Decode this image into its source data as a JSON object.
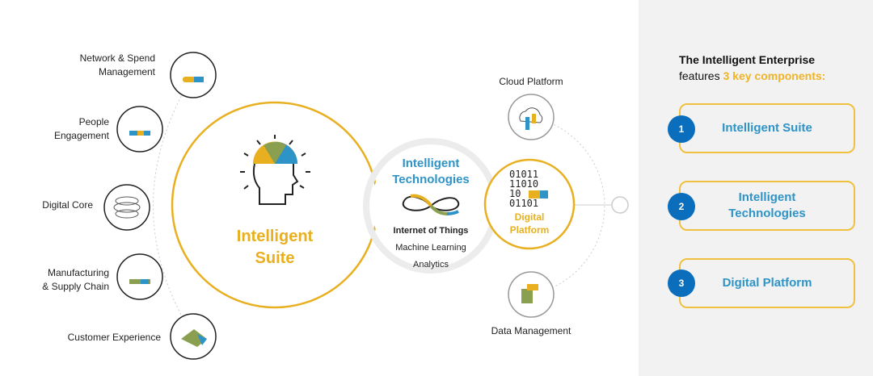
{
  "left_items": [
    {
      "label": "Network & Spend\nManagement",
      "icon": "network-spend-icon"
    },
    {
      "label": "People\nEngagement",
      "icon": "people-icon"
    },
    {
      "label": "Digital Core",
      "icon": "digital-core-icon"
    },
    {
      "label": "Manufacturing\n& Supply Chain",
      "icon": "factory-truck-icon"
    },
    {
      "label": "Customer Experience",
      "icon": "handshake-icon"
    }
  ],
  "suite": {
    "title_line1": "Intelligent",
    "title_line2": "Suite"
  },
  "technologies": {
    "title_line1": "Intelligent",
    "title_line2": "Technologies",
    "items": [
      "Internet of Things",
      "Machine Learning",
      "Analytics"
    ]
  },
  "platform": {
    "binary": [
      "01011",
      "11010",
      "10",
      "01101"
    ],
    "title_line1": "Digital",
    "title_line2": "Platform",
    "cloud_label": "Cloud Platform",
    "data_label": "Data Management"
  },
  "panel": {
    "heading": "The Intelligent Enterprise",
    "sub_prefix": "features ",
    "sub_highlight": "3 key components:",
    "components": [
      {
        "num": "1",
        "label": "Intelligent Suite"
      },
      {
        "num": "2",
        "label": "Intelligent\nTechnologies"
      },
      {
        "num": "3",
        "label": "Digital Platform"
      }
    ]
  },
  "colors": {
    "yellow": "#e8b020",
    "blue": "#0a6ebd",
    "teal": "#2e93c7",
    "green": "#8aa050"
  }
}
